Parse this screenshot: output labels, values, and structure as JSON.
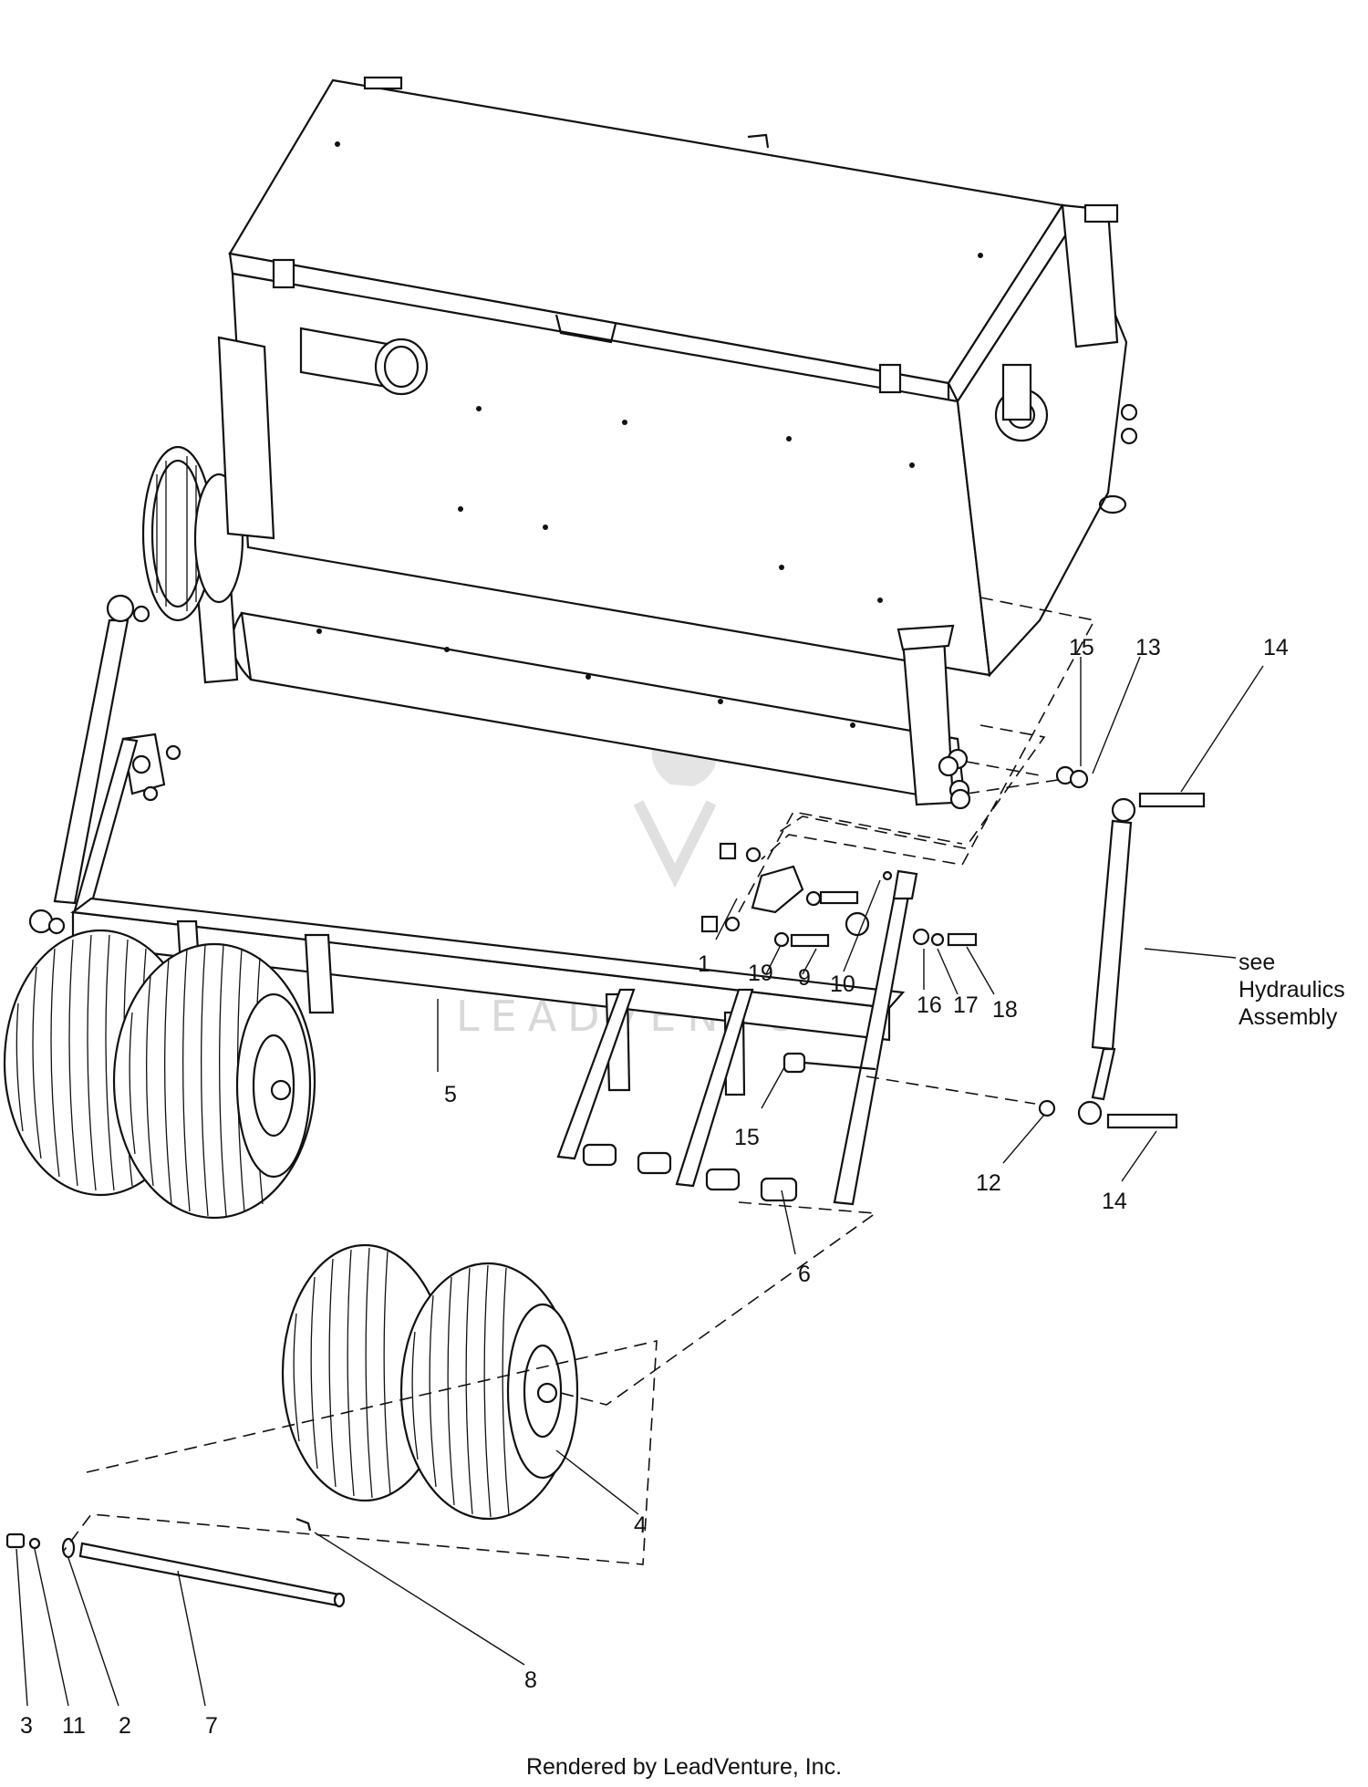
{
  "callouts": [
    {
      "id": "c1",
      "label": "1"
    },
    {
      "id": "c2",
      "label": "2"
    },
    {
      "id": "c3",
      "label": "3"
    },
    {
      "id": "c4",
      "label": "4"
    },
    {
      "id": "c5",
      "label": "5"
    },
    {
      "id": "c6",
      "label": "6"
    },
    {
      "id": "c7",
      "label": "7"
    },
    {
      "id": "c8",
      "label": "8"
    },
    {
      "id": "c9",
      "label": "9"
    },
    {
      "id": "c10",
      "label": "10"
    },
    {
      "id": "c11",
      "label": "11"
    },
    {
      "id": "c12",
      "label": "12"
    },
    {
      "id": "c13",
      "label": "13"
    },
    {
      "id": "c14a",
      "label": "14"
    },
    {
      "id": "c14b",
      "label": "14"
    },
    {
      "id": "c15a",
      "label": "15"
    },
    {
      "id": "c15b",
      "label": "15"
    },
    {
      "id": "c16",
      "label": "16"
    },
    {
      "id": "c17",
      "label": "17"
    },
    {
      "id": "c18",
      "label": "18"
    },
    {
      "id": "c19",
      "label": "19"
    }
  ],
  "note": {
    "lines": [
      "see",
      "Hydraulics",
      "Assembly"
    ]
  },
  "watermark": "LEADVENTURE",
  "footer": "Rendered by LeadVenture, Inc."
}
